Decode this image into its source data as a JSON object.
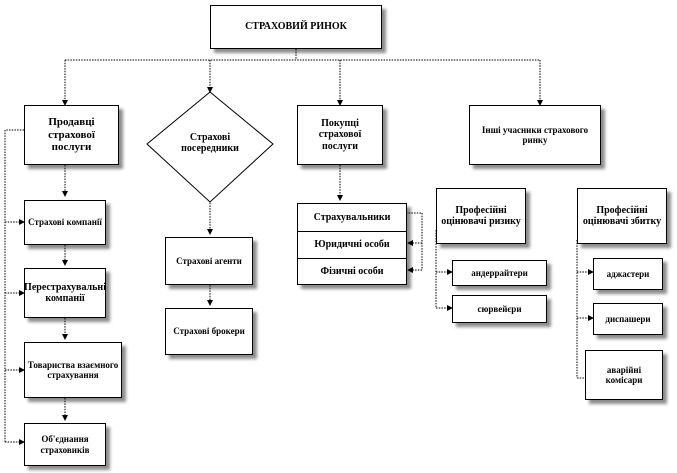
{
  "root": {
    "label": "СТРАХОВИЙ  РИНОК"
  },
  "columns": {
    "sellers": {
      "title": "Продавці страхової послуги",
      "items": [
        "Страхові компанії",
        "Перестрахувальні компанії",
        "Товариства взаємного страхування",
        "Об'єднання страховиків"
      ]
    },
    "intermediaries": {
      "title": "Страхові посередники",
      "items": [
        "Страхові агенти",
        "Страхові брокери"
      ]
    },
    "buyers": {
      "title": "Покупці страхової послуги",
      "items": [
        "Страхувальники",
        "Юридичні особи",
        "Фізичні особи"
      ]
    },
    "others": {
      "title": "Інші учасники страхового ринку",
      "risk": {
        "title": "Професійні оцінювачі ризику",
        "items": [
          "андеррайтери",
          "сюрвейєри"
        ]
      },
      "loss": {
        "title": "Професійні оцінювачі збитку",
        "items": [
          "аджастери",
          "диспашери",
          "аварійні комісари"
        ]
      }
    }
  }
}
